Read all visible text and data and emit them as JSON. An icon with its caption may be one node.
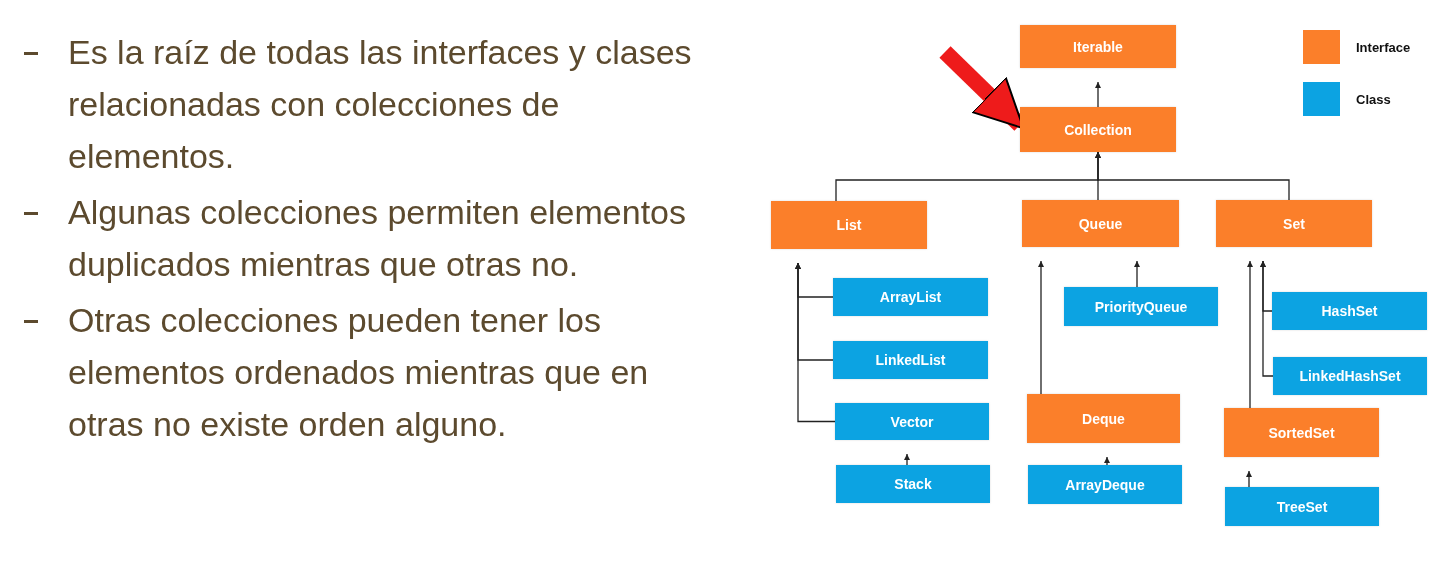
{
  "diagram": {
    "nodes": [
      {
        "text": [
          "Iterable"
        ]
      },
      {
        "text": [
          "Collection"
        ]
      },
      {
        "text": [
          "List"
        ]
      },
      {
        "text": [
          "Queue"
        ]
      },
      {
        "text": [
          "Set"
        ]
      },
      {
        "text": [
          "ArrayList"
        ]
      },
      {
        "text": [
          "PriorityQueue"
        ]
      },
      {
        "text": [
          "HashSet"
        ]
      },
      {
        "text": [
          "LinkedList"
        ]
      },
      {
        "text": [
          "LinkedHashSet"
        ]
      },
      {
        "text": [
          "Deque"
        ]
      },
      {
        "text": [
          "Vector"
        ]
      },
      {
        "text": [
          "SortedSet"
        ]
      },
      {
        "text": [
          "Stack"
        ]
      },
      {
        "text": [
          "ArrayDeque"
        ]
      },
      {
        "text": [
          "TreeSet"
        ]
      }
    ],
    "edges": [
      {
        "from": null,
        "to": 1,
        "arrow": "to",
        "style": "thick",
        "color": "#ee1b1b"
      },
      {
        "from": 1,
        "to": 0,
        "arrow": "to"
      },
      {
        "from": 2,
        "to": 1,
        "arrow": "to"
      },
      {
        "from": 3,
        "to": 1,
        "arrow": "to"
      },
      {
        "from": 4,
        "to": 1,
        "arrow": "to"
      },
      {
        "from": 5,
        "to": 2,
        "arrow": "to"
      },
      {
        "from": 8,
        "to": 2,
        "arrow": "to"
      },
      {
        "from": 11,
        "to": 2,
        "arrow": "to"
      },
      {
        "from": 13,
        "to": 11,
        "arrow": "to"
      },
      {
        "from": 6,
        "to": 3,
        "arrow": "to"
      },
      {
        "from": 10,
        "to": 3,
        "arrow": "to"
      },
      {
        "from": 14,
        "to": 10,
        "arrow": "to"
      },
      {
        "from": 7,
        "to": 4,
        "arrow": "to"
      },
      {
        "from": 9,
        "to": 4,
        "arrow": "to"
      },
      {
        "from": 12,
        "to": 4,
        "arrow": "to"
      },
      {
        "from": 15,
        "to": 12,
        "arrow": "to"
      }
    ],
    "labels": [
      "Es la raíz de todas las interfaces y clases relacionadas con colecciones de elementos.",
      "Algunas colecciones permiten elementos duplicados mientras que otras no.",
      "Otras colecciones pueden tener los elementos ordenados mientras que en otras no existe orden alguno."
    ],
    "legend": [
      {
        "text": "Interface",
        "color": "#fb7f2a"
      },
      {
        "text": "Class",
        "color": "#0ca3e2"
      }
    ]
  }
}
